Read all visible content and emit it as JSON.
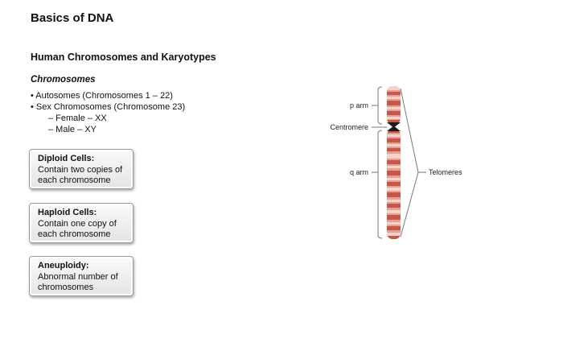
{
  "page": {
    "title": "Basics of DNA",
    "subtitle": "Human Chromosomes and Karyotypes",
    "section_heading": "Chromosomes"
  },
  "bullets": [
    "• Autosomes (Chromosomes 1 – 22)",
    "• Sex Chromosomes (Chromosome 23)",
    "– Female – XX",
    "– Male – XY"
  ],
  "cards": {
    "diploid": {
      "title": "Diploid Cells:",
      "body": "Contain two copies of each chromosome"
    },
    "haploid": {
      "title": "Haploid Cells:",
      "body": "Contain one copy of each chromosome"
    },
    "aneuploidy": {
      "title": "Aneuploidy:",
      "body": "Abnormal number of chromosomes"
    }
  },
  "diagram": {
    "labels": {
      "p_arm": "p arm",
      "centromere": "Centromere",
      "q_arm": "q arm",
      "telomeres": "Telomeres"
    },
    "colors": {
      "chromosome_base": "#e8a090",
      "band_dark": "#c8564a",
      "band_light": "#f6d2c8",
      "centromere": "#1a1a1a",
      "bracket": "#777777"
    }
  }
}
